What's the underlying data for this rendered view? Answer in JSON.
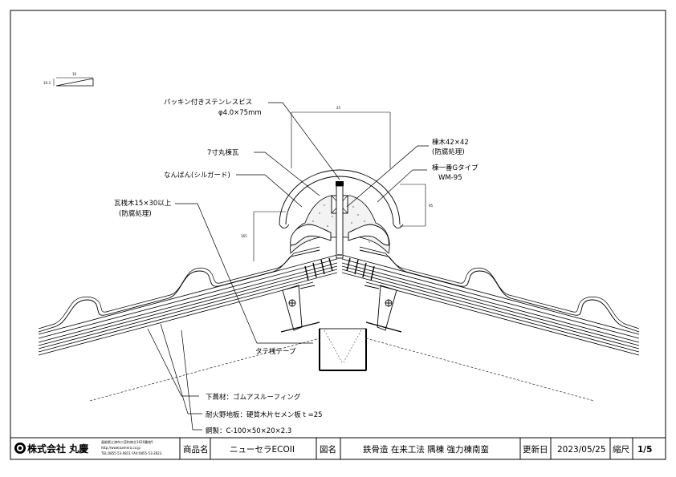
{
  "slope": {
    "run": "10",
    "rise": "10.3"
  },
  "dims": {
    "top_width": "25",
    "left_height": "165",
    "right_height": "95"
  },
  "labels": {
    "screw_1": "パッキン付きステンレスビス",
    "screw_2": "φ4.0×75mm",
    "ridge_tile": "7寸丸棟瓦",
    "sealant": "なんばん(シルガード)",
    "batten_1": "瓦桟木15×30以上",
    "batten_2": "(防腐処理)",
    "ridge_wood_1": "棟木42×42",
    "ridge_wood_2": "(防腐処理)",
    "ridge_gtype_1": "棟一番Gタイプ",
    "ridge_gtype_2": "WM-95",
    "tape": "タテ桟テープ",
    "underlay": "下葺材：ゴムアスルーフィング",
    "board": "耐火野地板：硬質木片セメン板 t =25",
    "steel": "鋼製：C-100×50×20×2.3"
  },
  "title_block": {
    "company_name": "株式会社 丸慶",
    "address_1": "島根県江津市二宮町神主1620番地5",
    "address_2": "http://www.kamera.co.jp",
    "address_3": "TEL:0855-53-0811 FAX:0855-53-2623",
    "product_label": "商品名",
    "product_value": "ニューセラECOII",
    "drawing_label": "図名",
    "drawing_value": "鉄骨造 在来工法 隅棟 強力棟南蛮",
    "updated_label": "更新日",
    "updated_value": "2023/05/25",
    "scale_label": "縮尺",
    "scale_value": "1/5"
  }
}
